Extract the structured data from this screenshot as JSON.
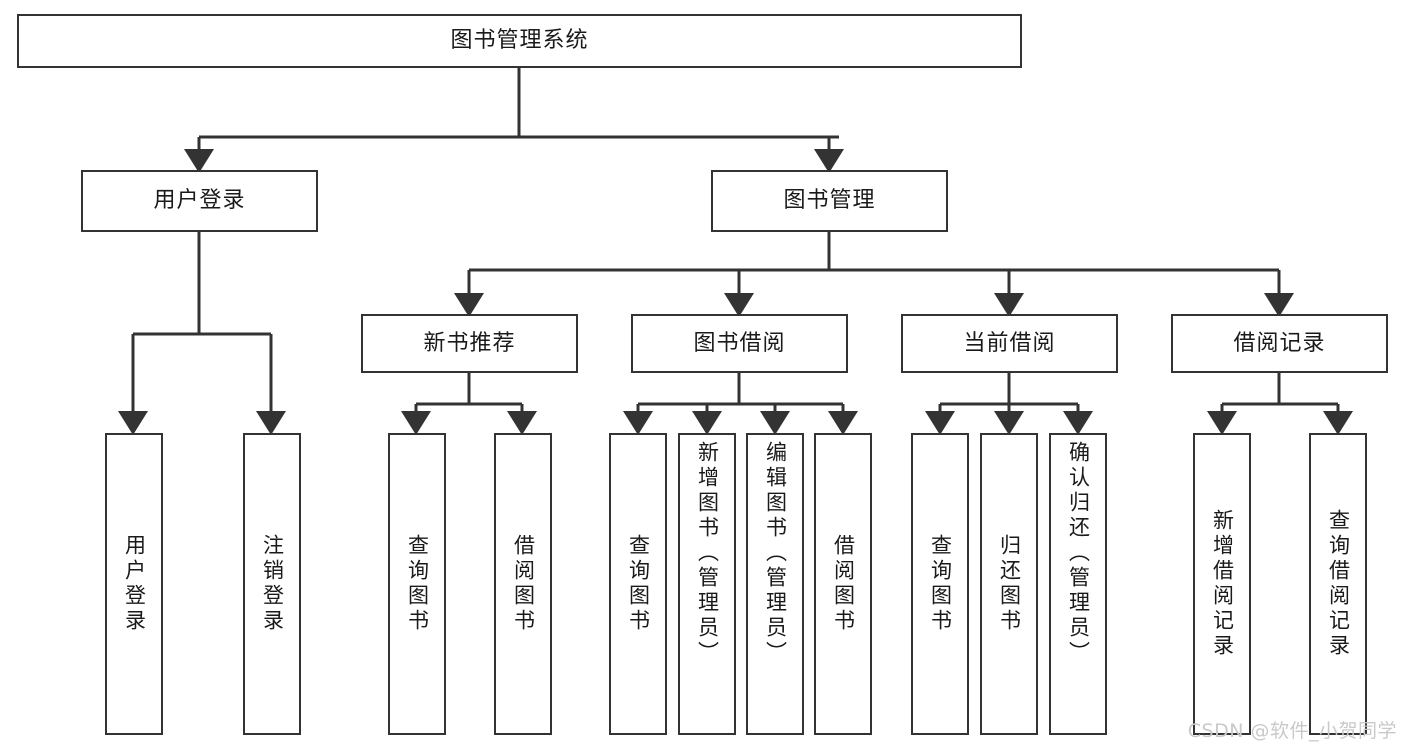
{
  "diagram": {
    "title": "图书管理系统",
    "type": "tree-hierarchy",
    "root": {
      "label": "图书管理系统"
    },
    "level2": [
      {
        "label": "用户登录"
      },
      {
        "label": "图书管理"
      }
    ],
    "level3": [
      {
        "label": "新书推荐"
      },
      {
        "label": "图书借阅"
      },
      {
        "label": "当前借阅"
      },
      {
        "label": "借阅记录"
      }
    ],
    "leaves": {
      "user_login": [
        {
          "label": "用户登录"
        },
        {
          "label": "注销登录"
        }
      ],
      "new_book_recommend": [
        {
          "label": "查询图书"
        },
        {
          "label": "借阅图书"
        }
      ],
      "book_borrow": [
        {
          "label": "查询图书"
        },
        {
          "label": "新增图书（管理员）"
        },
        {
          "label": "编辑图书（管理员）"
        },
        {
          "label": "借阅图书"
        }
      ],
      "current_borrow": [
        {
          "label": "查询图书"
        },
        {
          "label": "归还图书"
        },
        {
          "label": "确认归还（管理员）"
        }
      ],
      "borrow_record": [
        {
          "label": "新增借阅记录"
        },
        {
          "label": "查询借阅记录"
        }
      ]
    },
    "watermark": "CSDN @软件_小贺同学",
    "colors": {
      "stroke": "#333333",
      "background": "#ffffff",
      "text": "#1a1a1a",
      "watermark": "#c9c9c9"
    }
  }
}
